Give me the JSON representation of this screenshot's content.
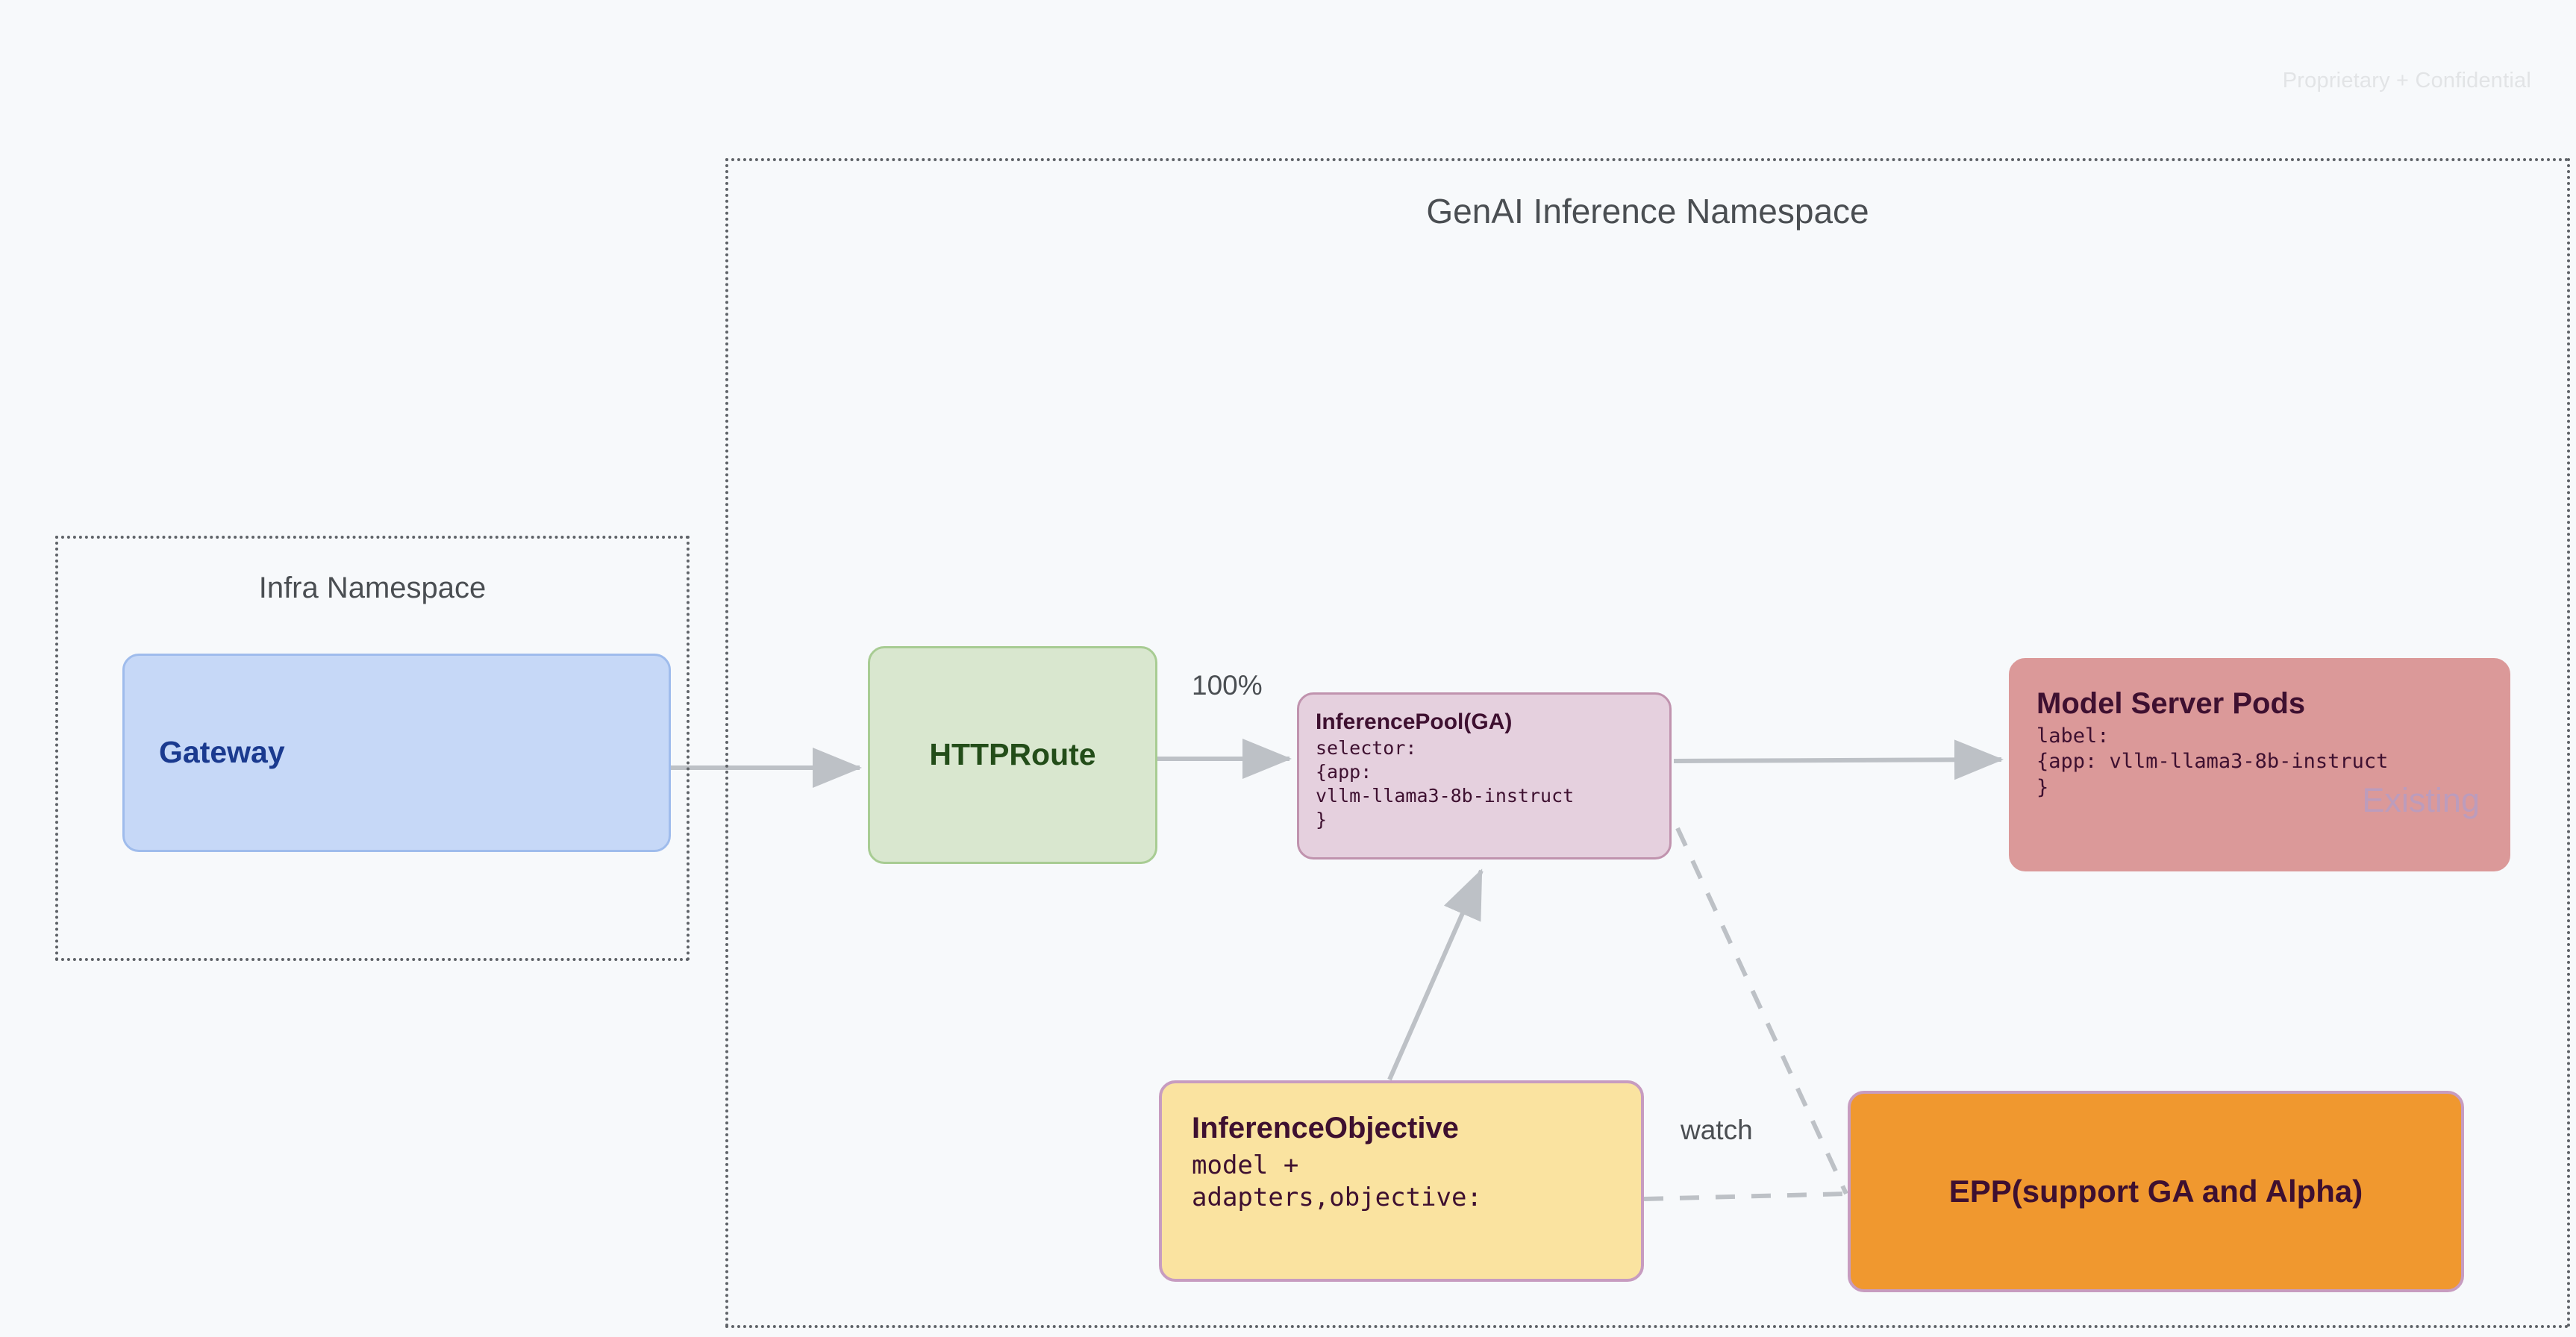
{
  "page": {
    "watermark": "Proprietary + Confidential"
  },
  "namespaces": {
    "infra": {
      "title": "Infra Namespace"
    },
    "genai": {
      "title": "GenAI Inference Namespace"
    }
  },
  "nodes": {
    "gateway": {
      "title": "Gateway"
    },
    "httproute": {
      "title": "HTTPRoute"
    },
    "inference_pool": {
      "title": "InferencePool(GA)",
      "body": "selector:\n{app:\nvllm-llama3-8b-instruct\n}"
    },
    "model_server_pods": {
      "title": "Model Server Pods",
      "body": "label:\n{app: vllm-llama3-8b-instruct\n}",
      "stamp": "Existing"
    },
    "inference_objective": {
      "title": "InferenceObjective",
      "body": "model +\nadapters,objective:"
    },
    "epp": {
      "title": "EPP(support GA and Alpha)"
    }
  },
  "edges": {
    "gateway_to_httproute": {
      "label": ""
    },
    "httproute_to_pool": {
      "label": "100%"
    },
    "pool_to_pods": {
      "label": ""
    },
    "objective_to_pool": {
      "label": ""
    },
    "objective_to_epp": {
      "label": "watch"
    },
    "pool_to_epp": {
      "label": ""
    }
  },
  "colors": {
    "background": "#F7F9FB",
    "namespace_border": "#5F6368",
    "gateway_fill": "#C6D8F7",
    "gateway_text": "#1A3A8F",
    "httproute_fill": "#D9E7CF",
    "httproute_text": "#234D19",
    "pool_fill": "#E5D0DE",
    "pods_fill": "#DB9999",
    "objective_fill": "#FAE3A0",
    "epp_fill": "#F0982F",
    "dark_maroon_text": "#3E1030",
    "edge_gray": "#BDC1C6",
    "stamp_color": "#BC9CBC"
  }
}
